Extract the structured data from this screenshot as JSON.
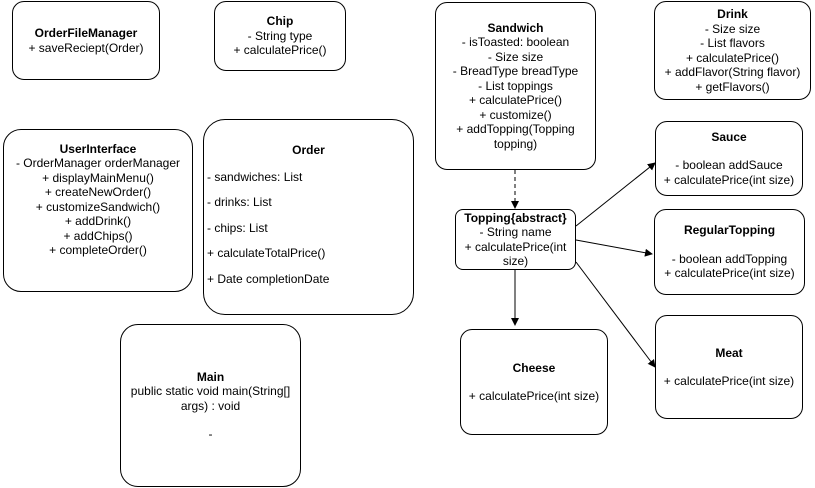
{
  "colors": {
    "border": "#000000",
    "background": "#ffffff",
    "text": "#000000"
  },
  "classes": {
    "order_file_manager": {
      "title": "OrderFileManager",
      "lines": [
        "+ saveReciept(Order)"
      ]
    },
    "chip": {
      "title": "Chip",
      "lines": [
        "- String type",
        "+ calculatePrice()"
      ]
    },
    "sandwich": {
      "title": "Sandwich",
      "lines": [
        "- isToasted: boolean",
        "- Size size",
        "- BreadType breadType",
        "- List toppings",
        "+ calculatePrice()",
        "+ customize()",
        "+ addTopping(Topping topping)"
      ]
    },
    "drink": {
      "title": "Drink",
      "lines": [
        "- Size size",
        "- List flavors",
        "+ calculatePrice()",
        "+ addFlavor(String flavor)",
        "+ getFlavors()"
      ]
    },
    "user_interface": {
      "title": "UserInterface",
      "lines": [
        "- OrderManager orderManager",
        "+ displayMainMenu()",
        "+ createNewOrder()",
        "+ customizeSandwich()",
        "+ addDrink()",
        "+ addChips()",
        "+ completeOrder()"
      ]
    },
    "order": {
      "title": "Order",
      "lines": [
        "- sandwiches: List",
        "- drinks: List",
        "- chips: List",
        "+ calculateTotalPrice()",
        "+ Date completionDate"
      ]
    },
    "topping": {
      "title": "Topping{abstract}",
      "lines": [
        "- String name",
        "+ calculatePrice(int size)"
      ]
    },
    "sauce": {
      "title": "Sauce",
      "lines": [
        "- boolean addSauce",
        "+ calculatePrice(int size)"
      ]
    },
    "regular_topping": {
      "title": "RegularTopping",
      "lines": [
        "- boolean addTopping",
        "+ calculatePrice(int size)"
      ]
    },
    "main": {
      "title": "Main",
      "lines": [
        "public static void main(String[] args) : void",
        "-"
      ]
    },
    "cheese": {
      "title": "Cheese",
      "lines": [
        "+ calculatePrice(int size)"
      ]
    },
    "meat": {
      "title": "Meat",
      "lines": [
        "+ calculatePrice(int size)"
      ]
    }
  }
}
